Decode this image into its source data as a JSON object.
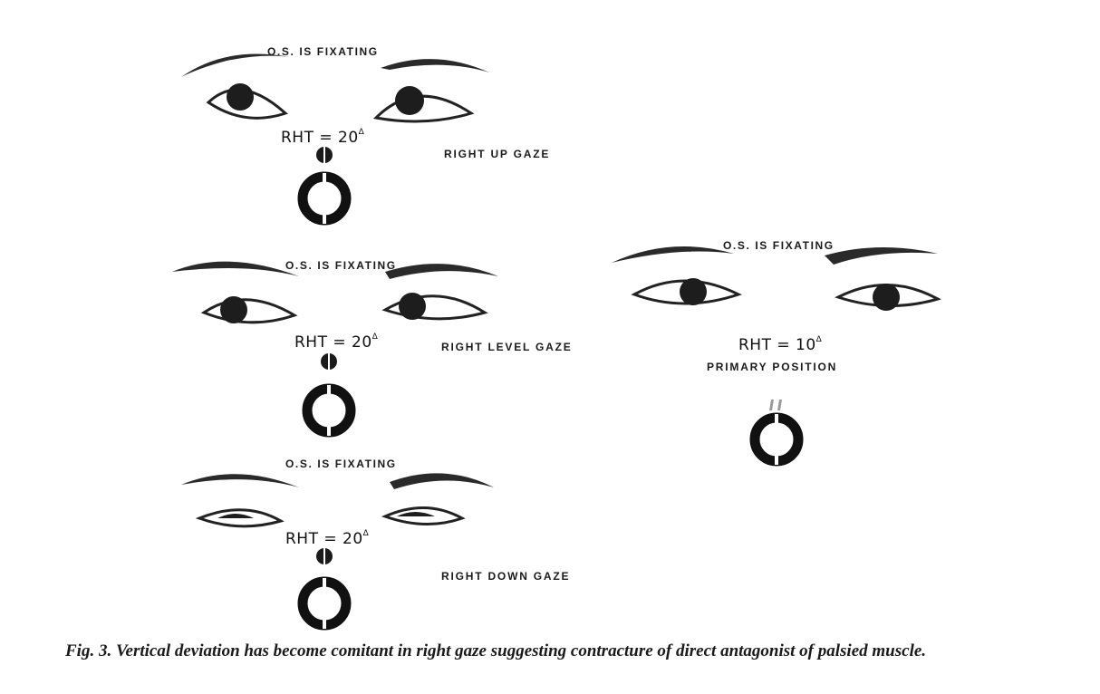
{
  "panels": [
    {
      "fixating": "O.S. IS FIXATING",
      "rht_label": "RHT = 20",
      "rht_unit": "Δ",
      "gaze": "RIGHT UP GAZE"
    },
    {
      "fixating": "O.S. IS FIXATING",
      "rht_label": "RHT = 20",
      "rht_unit": "Δ",
      "gaze": "RIGHT LEVEL GAZE"
    },
    {
      "fixating": "O.S. IS FIXATING",
      "rht_label": "RHT = 20",
      "rht_unit": "Δ",
      "gaze": "RIGHT DOWN GAZE"
    },
    {
      "fixating": "O.S. IS FIXATING",
      "rht_label": "RHT = 10",
      "rht_unit": "Δ",
      "gaze": "PRIMARY POSITION"
    }
  ],
  "caption": "Fig. 3. Vertical deviation has become comitant in right gaze suggesting contracture of direct antagonist of palsied muscle."
}
